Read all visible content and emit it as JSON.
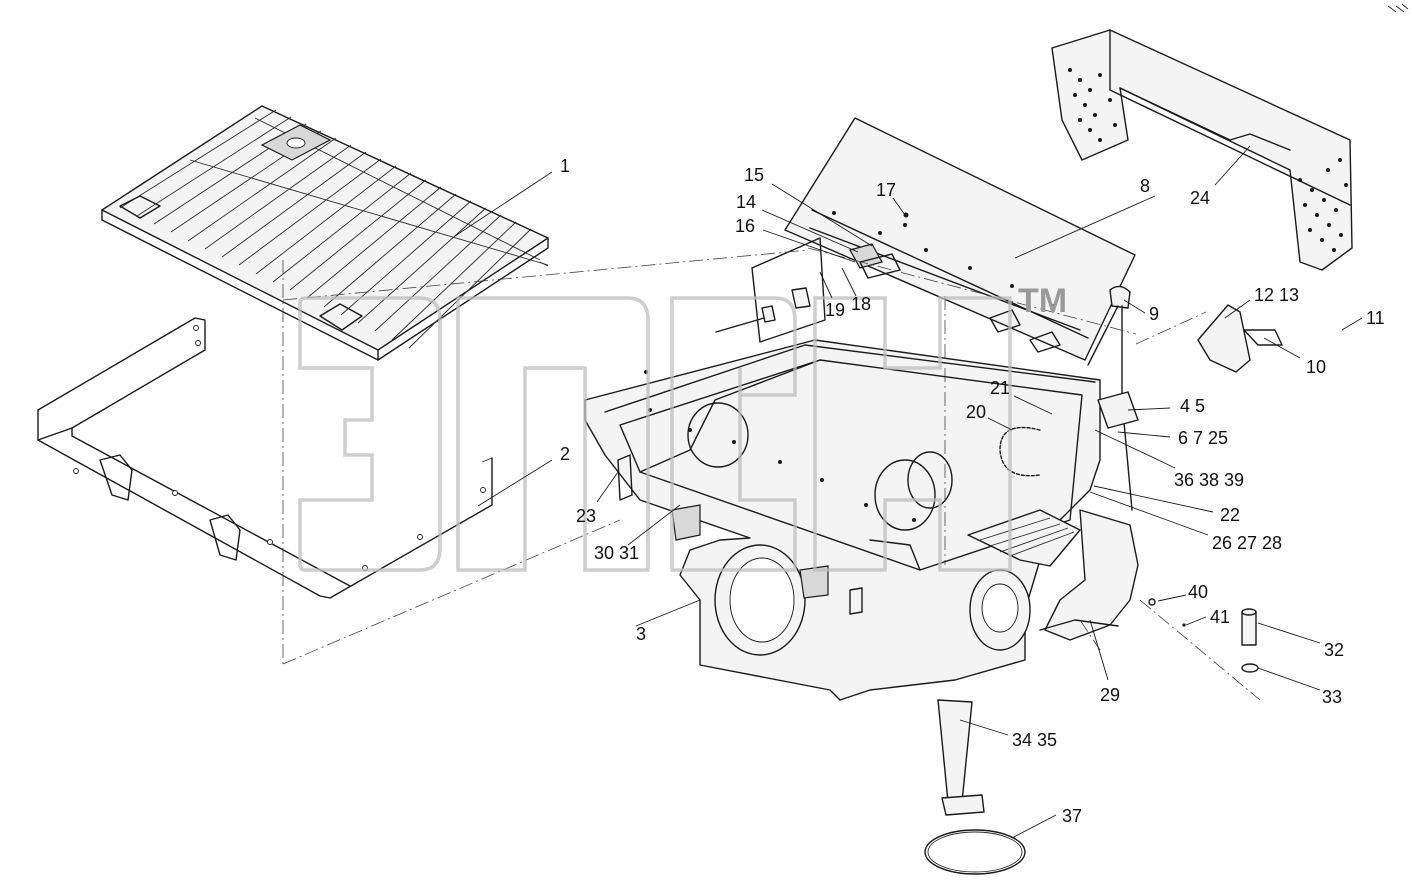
{
  "diagram": {
    "watermark": {
      "text": "эпс",
      "mark": "TM"
    },
    "callouts": [
      "1",
      "2",
      "3",
      "4 5",
      "6 7 25",
      "8",
      "9",
      "10",
      "11",
      "12 13",
      "14",
      "15",
      "16",
      "17",
      "18",
      "19",
      "20",
      "21",
      "22",
      "23",
      "24",
      "26 27 28",
      "29",
      "30 31",
      "32",
      "33",
      "34 35",
      "36 38 39",
      "37",
      "40",
      "41"
    ]
  }
}
